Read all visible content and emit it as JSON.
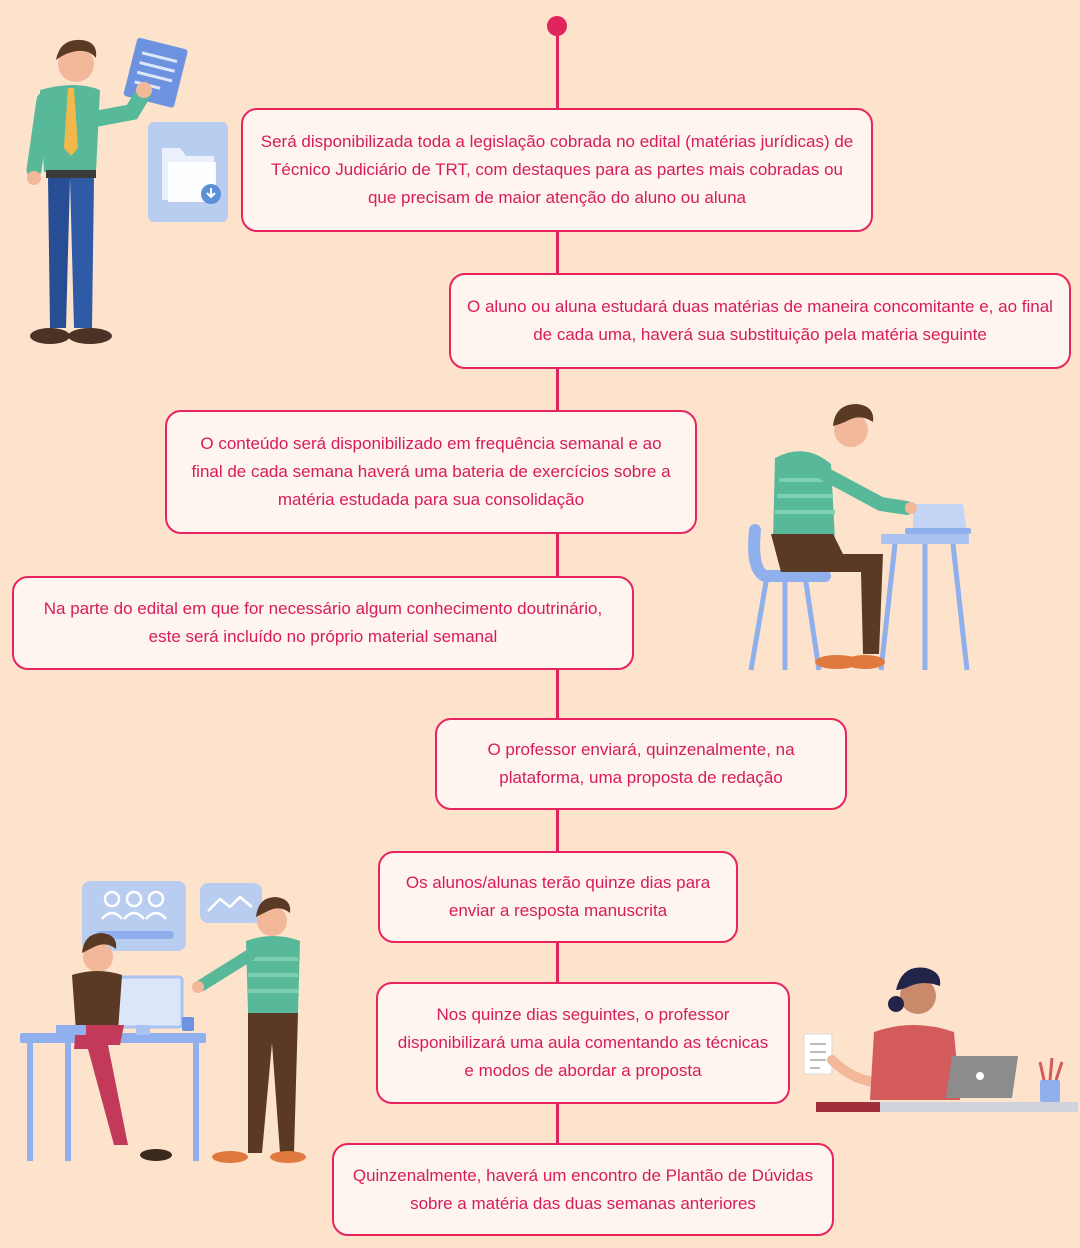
{
  "steps": [
    {
      "text": "Será disponibilizada toda a legislação cobrada no edital (matérias jurídicas) de Técnico Judiciário de TRT, com destaques para as partes mais cobradas ou que precisam de maior atenção do aluno ou aluna"
    },
    {
      "text": "O aluno ou aluna estudará duas matérias de maneira concomitante e, ao final de cada uma, haverá sua substituição pela matéria seguinte"
    },
    {
      "text": "O conteúdo será disponibilizado em frequência semanal e ao final de cada semana haverá uma bateria de exercícios sobre a matéria estudada para sua consolidação"
    },
    {
      "text": "Na parte do edital em que for necessário algum conhecimento doutrinário, este será incluído no próprio material semanal"
    },
    {
      "text": "O professor enviará, quinzenalmente, na plataforma, uma proposta de redação"
    },
    {
      "text": "Os alunos/alunas terão quinze dias para enviar a resposta manuscrita"
    },
    {
      "text": "Nos quinze dias seguintes, o professor disponibilizará uma aula comentando as técnicas e modos de abordar a proposta"
    },
    {
      "text": "Quinzenalmente, haverá um encontro de Plantão de Dúvidas sobre a matéria das duas semanas anteriores"
    }
  ],
  "colors": {
    "background": "#fde3cc",
    "accent": "#e0245e",
    "card": "#fdf5ee",
    "text": "#d81b5c"
  },
  "icons": [
    "folder-download-icon",
    "team-presentation-icon",
    "line-chart-icon",
    "document-icon",
    "laptop-icon"
  ]
}
